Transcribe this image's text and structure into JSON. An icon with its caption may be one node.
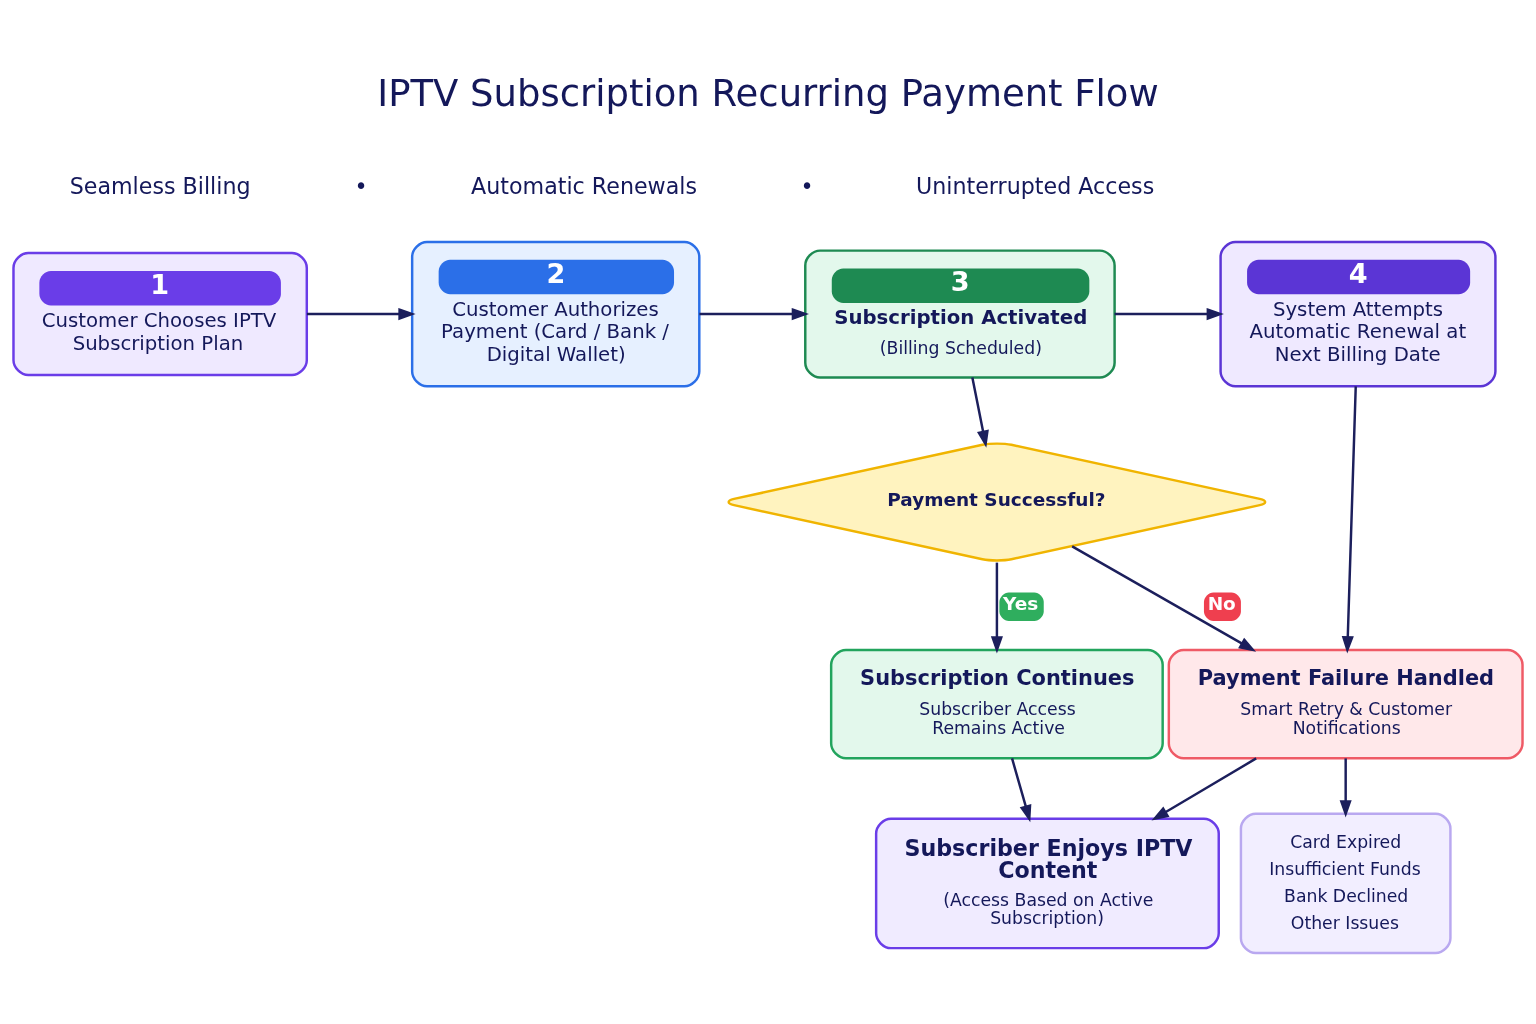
{
  "diagram": {
    "title": "IPTV Subscription Recurring Payment Flow",
    "nodes": [
      {
        "text": [
          "1",
          "Customer Chooses IPTV Subscription Plan"
        ]
      },
      {
        "text": [
          "2",
          "Customer Authorizes Payment (Card / Bank / Digital Wallet)"
        ]
      },
      {
        "text": [
          "3",
          "Subscription Activated",
          "(Billing Scheduled)"
        ]
      },
      {
        "text": [
          "4",
          "System Attempts Automatic Renewal at Next Billing Date"
        ]
      },
      {
        "text": [
          "Payment Successful?"
        ]
      },
      {
        "text": [
          "Subscription Continues",
          "Subscriber Access Remains Active"
        ]
      },
      {
        "text": [
          "Payment Failure Handled",
          "Smart Retry & Customer Notifications"
        ]
      },
      {
        "text": [
          "Card Expired",
          "Insufficient Funds",
          "Bank Declined",
          "Other Issues"
        ]
      },
      {
        "text": [
          "Subscriber Enjoys IPTV Content",
          "(Access Based on Active Subscription)"
        ]
      }
    ],
    "edges": [
      {
        "from": 0,
        "to": 1,
        "arrow": "to"
      },
      {
        "from": 1,
        "to": 2,
        "arrow": "to"
      },
      {
        "from": 2,
        "to": 3,
        "arrow": "to"
      },
      {
        "from": 2,
        "to": 4,
        "arrow": "to"
      },
      {
        "from": 4,
        "to": 5,
        "arrow": "to",
        "label": "Yes"
      },
      {
        "from": 4,
        "to": 6,
        "arrow": "to",
        "label": "No"
      },
      {
        "from": 3,
        "to": 6,
        "arrow": "to"
      },
      {
        "from": 6,
        "to": 7,
        "arrow": "to"
      },
      {
        "from": 5,
        "to": 8,
        "arrow": "to"
      },
      {
        "from": 6,
        "to": 8,
        "arrow": "to"
      }
    ],
    "labels": [
      "Seamless Billing",
      "•",
      "Automatic Renewals",
      "•",
      "Uninterrupted Access"
    ]
  }
}
